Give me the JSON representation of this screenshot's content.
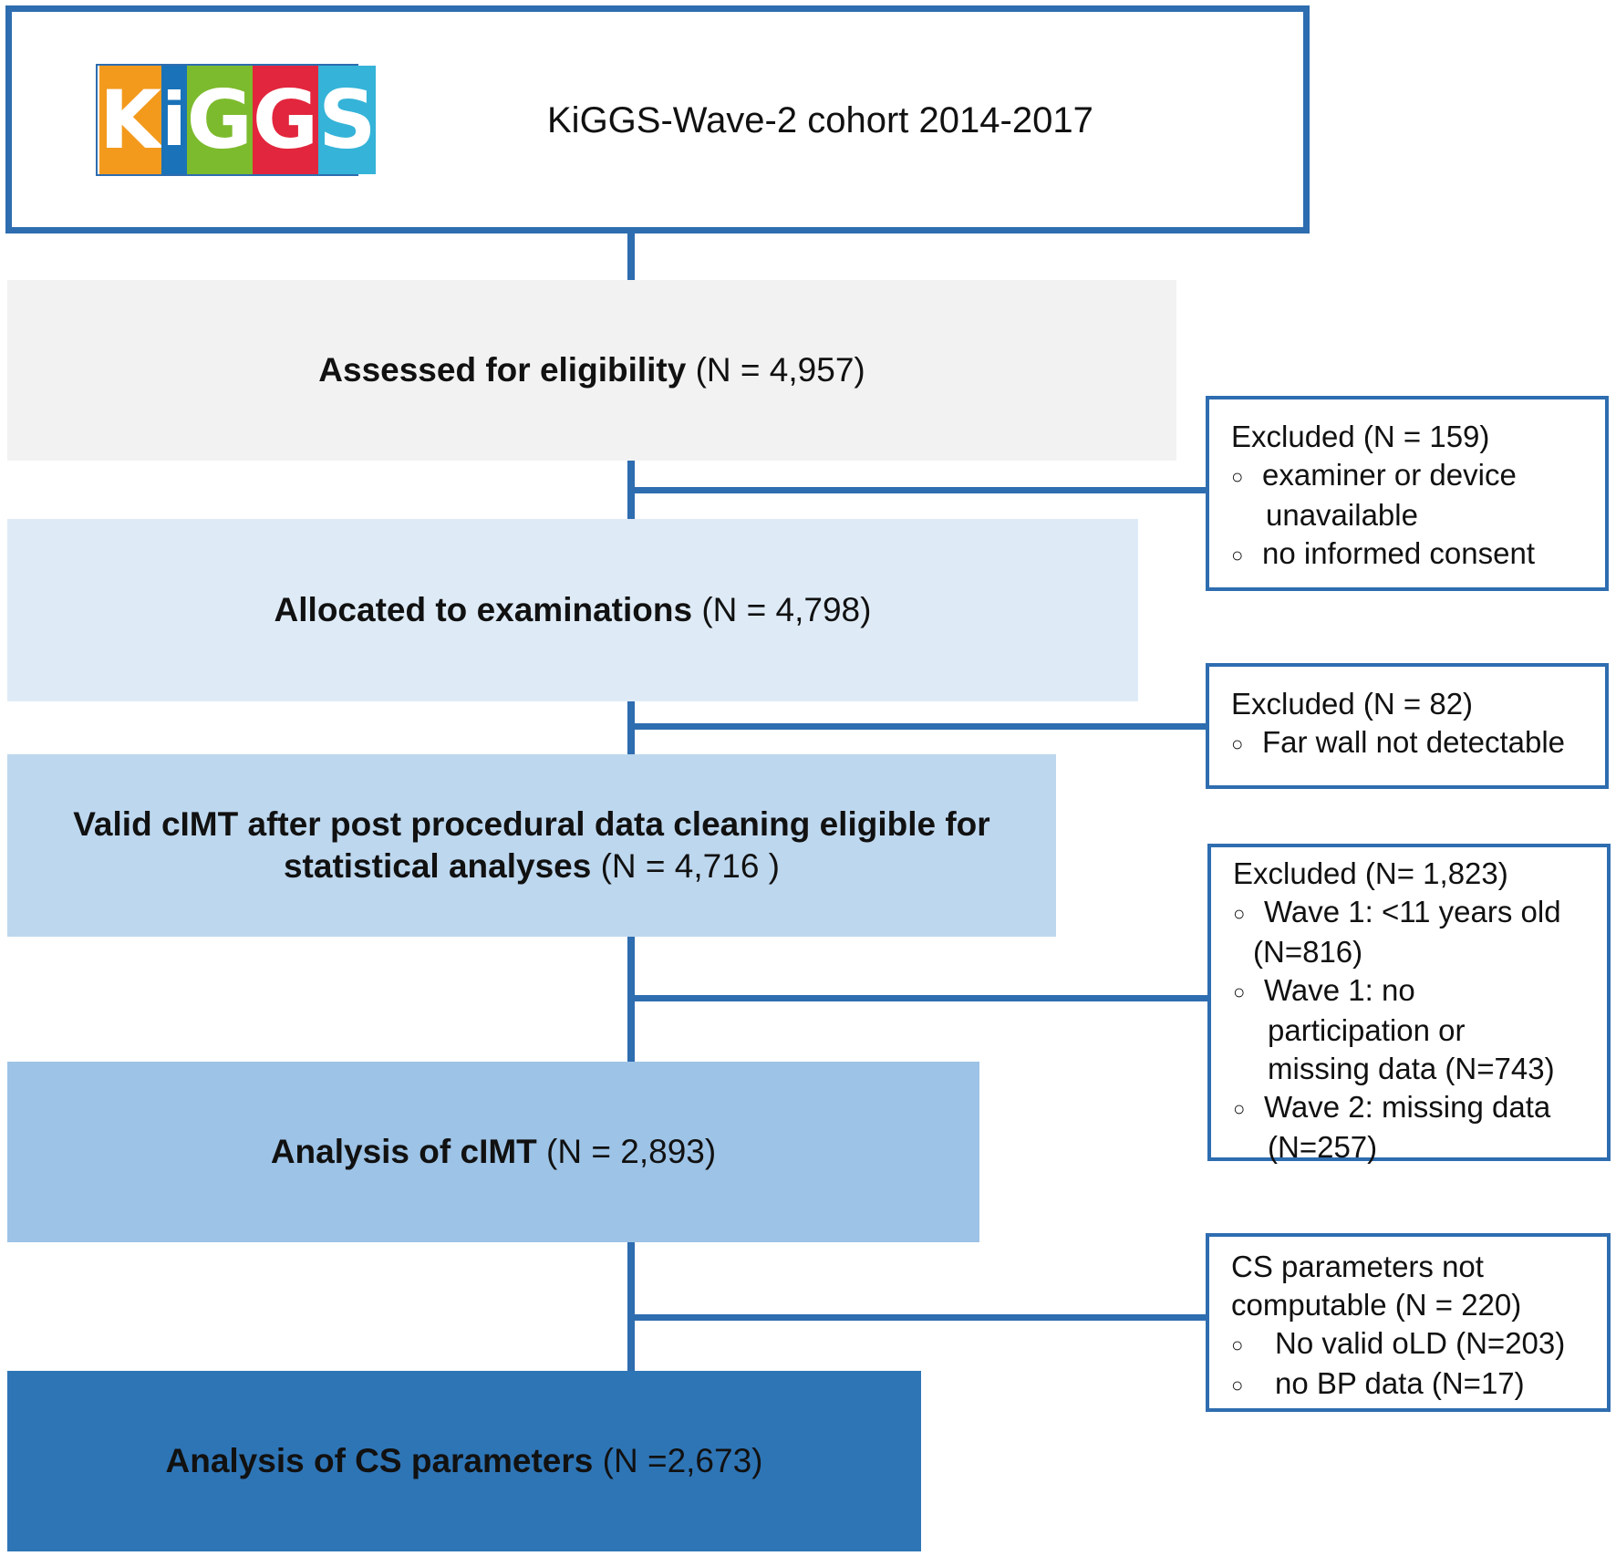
{
  "header": {
    "logo": "KiGGS",
    "title": "KiGGS-Wave-2 cohort 2014-2017"
  },
  "stages": [
    {
      "bold": "Assessed for eligibility",
      "count": " (N = 4,957)"
    },
    {
      "bold": "Allocated to examinations",
      "count": " (N = 4,798)"
    },
    {
      "bold_line1": "Valid cIMT after post procedural data cleaning eligible for",
      "bold_line2": "statistical analyses",
      "count": " (N = 4,716 )"
    },
    {
      "bold": "Analysis of cIMT",
      "count": " (N = 2,893)"
    },
    {
      "bold": "Analysis of CS parameters",
      "count": " (N =2,673)"
    }
  ],
  "exclusions": [
    {
      "title": "Excluded (N = 159)",
      "items": [
        "examiner or device",
        "unavailable",
        "no informed consent"
      ]
    },
    {
      "title": "Excluded (N = 82)",
      "items": [
        "Far wall not detectable"
      ]
    },
    {
      "title": "Excluded (N= 1,823)",
      "items": [
        "Wave 1: <11 years old",
        "(N=816)",
        "Wave 1: no",
        "participation or",
        "missing data (N=743)",
        "Wave 2: missing data",
        "(N=257)"
      ]
    },
    {
      "title": "CS parameters not",
      "title2": "computable (N = 220)",
      "items": [
        "No valid oLD (N=203)",
        "no BP data (N=17)"
      ]
    }
  ],
  "colors": {
    "line": "#2e6db0",
    "stage1": "#f2f2f2",
    "stage2": "#deebf7",
    "stage3": "#bdd7ee",
    "stage4": "#9dc3e6",
    "stage5": "#2e75b6"
  }
}
